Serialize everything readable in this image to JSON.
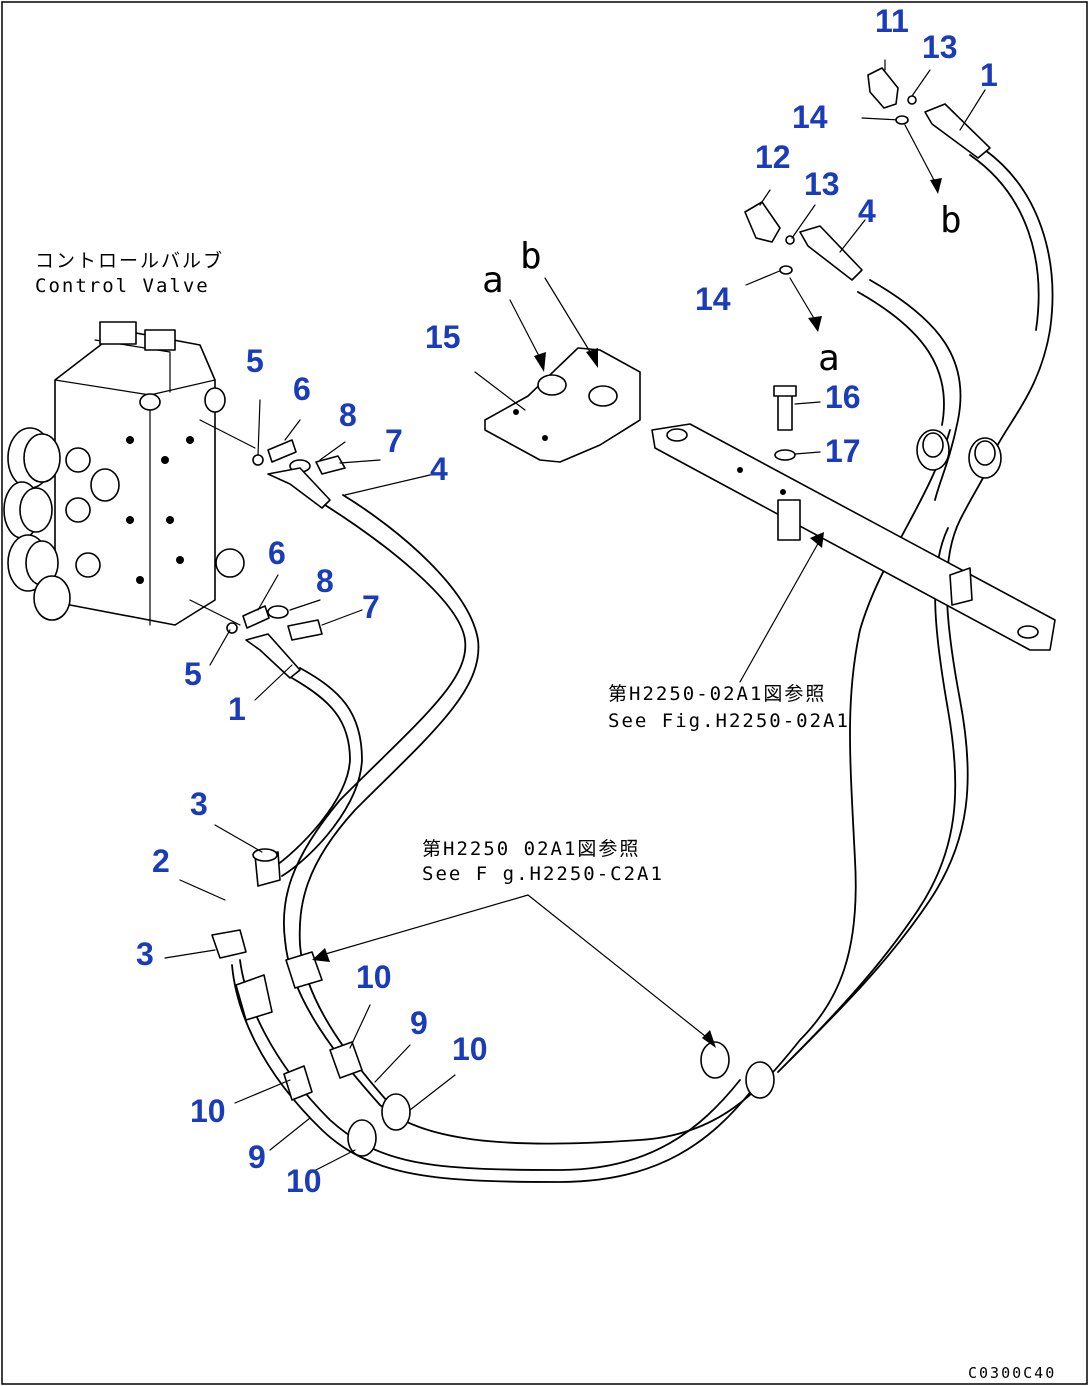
{
  "notes": {
    "control_valve_jp": "コントロールバルブ",
    "control_valve_en": "Control Valve",
    "ref_upper_jp": "第H2250-02A1図参照",
    "ref_upper_en": "See Fig.H2250-02A1",
    "ref_lower_jp": "第H2250 02A1図参照",
    "ref_lower_en": "See F g.H2250-C2A1"
  },
  "letters": [
    "a",
    "b",
    "b",
    "a"
  ],
  "drawing_code": "C0300C40",
  "callouts": [
    "11",
    "13",
    "1",
    "14",
    "12",
    "13",
    "4",
    "14",
    "5",
    "6",
    "8",
    "7",
    "4",
    "15",
    "16",
    "17",
    "6",
    "8",
    "7",
    "5",
    "1",
    "3",
    "2",
    "3",
    "10",
    "9",
    "10",
    "10",
    "9",
    "10"
  ]
}
